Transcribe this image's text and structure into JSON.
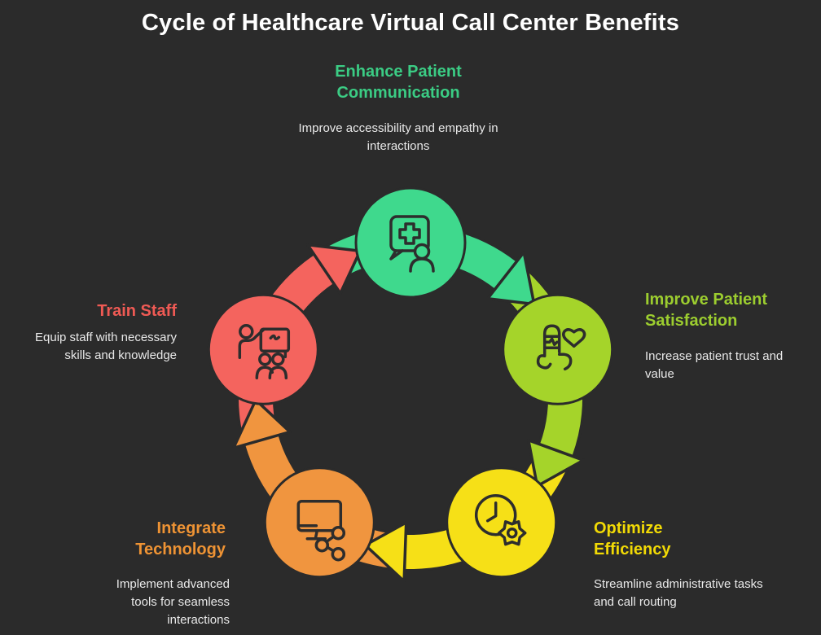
{
  "title": "Cycle of Healthcare Virtual Call Center Benefits",
  "colors": {
    "background": "#2b2b2b",
    "title": "#ffffff",
    "description": "#e9e9e9",
    "outline": "#2b2b2b",
    "icon_stroke": "#2d2d2d"
  },
  "nodes": [
    {
      "label": "Enhance Patient Communication",
      "description": "Improve accessibility and empathy in interactions",
      "color": "#3fd98d",
      "label_color": "#3bcc84",
      "icon": "chat-medical-icon"
    },
    {
      "label": "Improve Patient Satisfaction",
      "description": "Increase patient trust and value",
      "color": "#a5d42a",
      "label_color": "#9ccd2f",
      "icon": "hand-heart-icon"
    },
    {
      "label": "Optimize Efficiency",
      "description": "Streamline administrative tasks and call routing",
      "color": "#f6e017",
      "label_color": "#f2da05",
      "icon": "clock-gear-icon"
    },
    {
      "label": "Integrate Technology",
      "description": "Implement advanced tools for seamless interactions",
      "color": "#f0953f",
      "label_color": "#ee9334",
      "icon": "monitor-share-icon"
    },
    {
      "label": "Train Staff",
      "description": "Equip staff with necessary skills and knowledge",
      "color": "#f4645e",
      "label_color": "#ef5a54",
      "icon": "people-training-icon"
    }
  ]
}
